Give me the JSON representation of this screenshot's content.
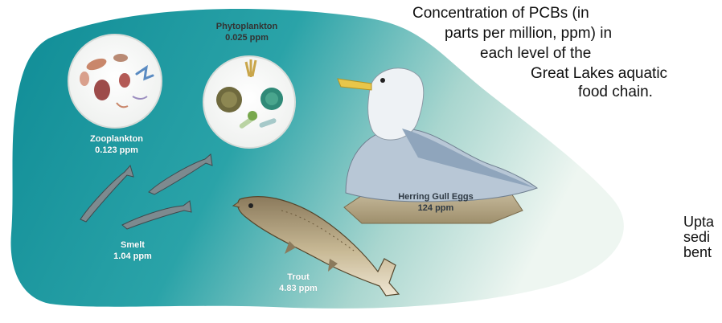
{
  "caption": {
    "lines": [
      "Concentration of PCBs (in",
      "parts per million, ppm) in",
      "each level of the",
      "Great Lakes aquatic",
      "food chain."
    ]
  },
  "levels": {
    "phytoplankton": {
      "name": "Phytoplankton",
      "value": "0.025 ppm"
    },
    "zooplankton": {
      "name": "Zooplankton",
      "value": "0.123 ppm"
    },
    "smelt": {
      "name": "Smelt",
      "value": "1.04 ppm"
    },
    "trout": {
      "name": "Trout",
      "value": "4.83 ppm"
    },
    "herring_gull": {
      "name": "Herring Gull Eggs",
      "value": "124 ppm"
    }
  },
  "side_text": {
    "lines": [
      "Upta",
      "sedi",
      "bent"
    ]
  },
  "colors": {
    "water_dark": "#13939c",
    "water_light": "#e6f2ee",
    "label_light": "#ffffff",
    "label_dark": "#333333"
  }
}
